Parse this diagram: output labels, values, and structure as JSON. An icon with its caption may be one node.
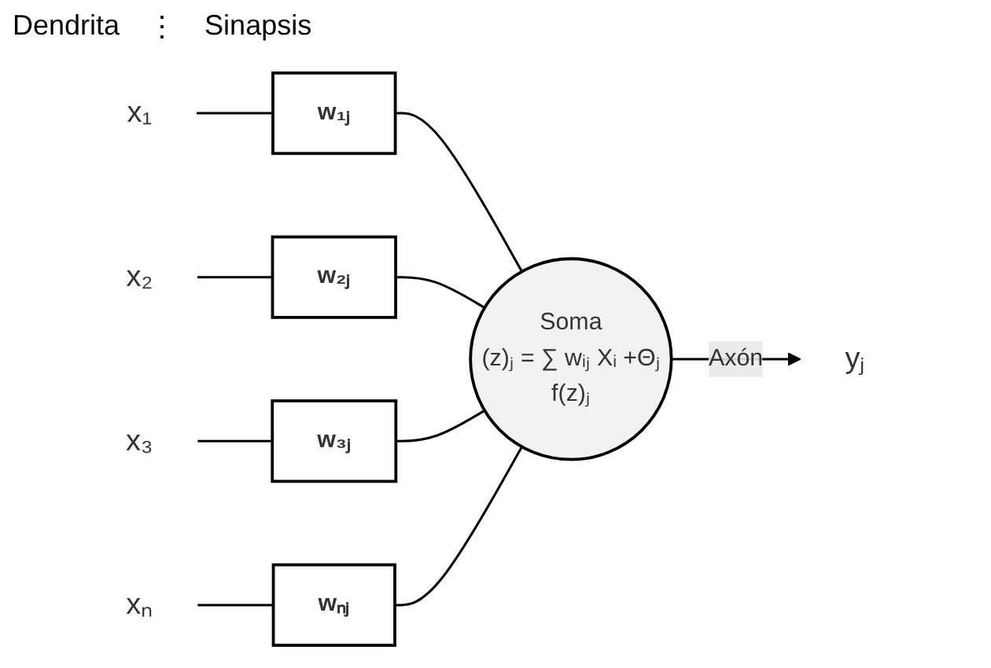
{
  "diagram": {
    "nodes": [
      {
        "text": [
          "x₁"
        ]
      },
      {
        "text": [
          "w₁ⱼ"
        ]
      },
      {
        "text": [
          "x₂"
        ]
      },
      {
        "text": [
          "w₂ⱼ"
        ]
      },
      {
        "text": [
          "x₃"
        ]
      },
      {
        "text": [
          "w₃ⱼ"
        ]
      },
      {
        "text": [
          "xₙ"
        ]
      },
      {
        "text": [
          "wₙⱼ"
        ]
      },
      {
        "text": [
          "Soma",
          "(z)ⱼ = ∑ wᵢⱼ Xᵢ +Θⱼ",
          "f(z)ⱼ"
        ]
      },
      {
        "text": [
          "yⱼ"
        ]
      }
    ],
    "edges": [
      {
        "from": 0,
        "to": 1,
        "arrow": "none"
      },
      {
        "from": 1,
        "to": 8,
        "arrow": "none"
      },
      {
        "from": 2,
        "to": 3,
        "arrow": "none"
      },
      {
        "from": 3,
        "to": 8,
        "arrow": "none"
      },
      {
        "from": 4,
        "to": 5,
        "arrow": "none"
      },
      {
        "from": 5,
        "to": 8,
        "arrow": "none"
      },
      {
        "from": 6,
        "to": 7,
        "arrow": "none"
      },
      {
        "from": 7,
        "to": 8,
        "arrow": "none"
      },
      {
        "from": 8,
        "to": 9,
        "arrow": "to",
        "label": "Axón"
      }
    ],
    "labels": [
      "Dendrita",
      "⋮",
      "Sinapsis"
    ]
  }
}
